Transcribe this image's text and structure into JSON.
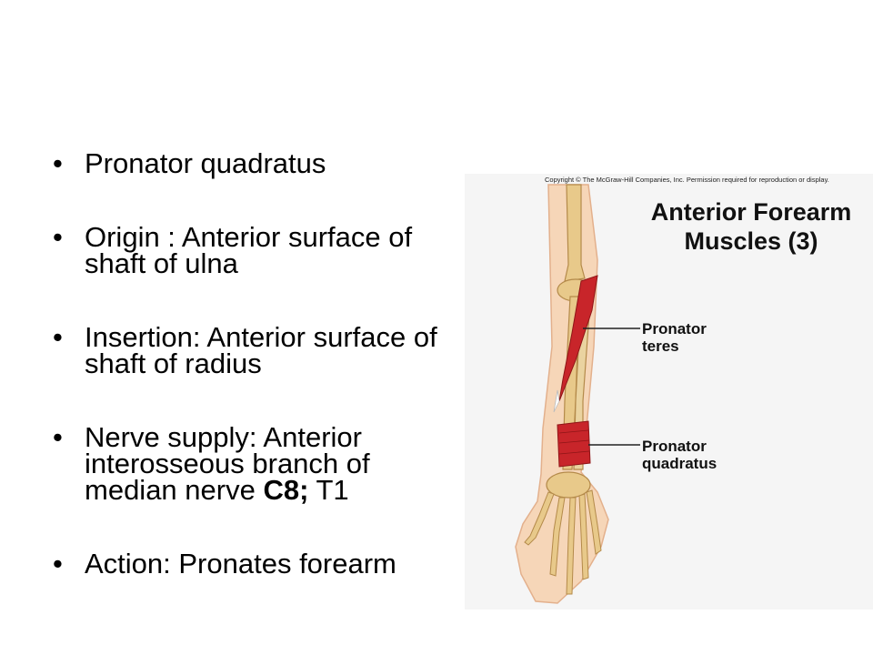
{
  "bullets": [
    {
      "text": "Pronator quadratus"
    },
    {
      "text": "Origin : Anterior surface of shaft of ulna"
    },
    {
      "text": "Insertion: Anterior surface of shaft of radius"
    },
    {
      "prefix": "Nerve supply: Anterior interosseous branch of median nerve ",
      "bold": "C8;",
      "suffix": " T1"
    },
    {
      "text": "Action: Pronates forearm"
    }
  ],
  "figure": {
    "copyright": "Copyright © The McGraw-Hill Companies, Inc. Permission required for reproduction or display.",
    "title_line1": "Anterior Forearm",
    "title_line2": "Muscles (3)",
    "label1_line1": "Pronator",
    "label1_line2": "teres",
    "label2_line1": "Pronator",
    "label2_line2": "quadratus"
  },
  "colors": {
    "muscle": "#c8252a",
    "bone": "#e8c98a",
    "skin": "#f6d6b8"
  }
}
